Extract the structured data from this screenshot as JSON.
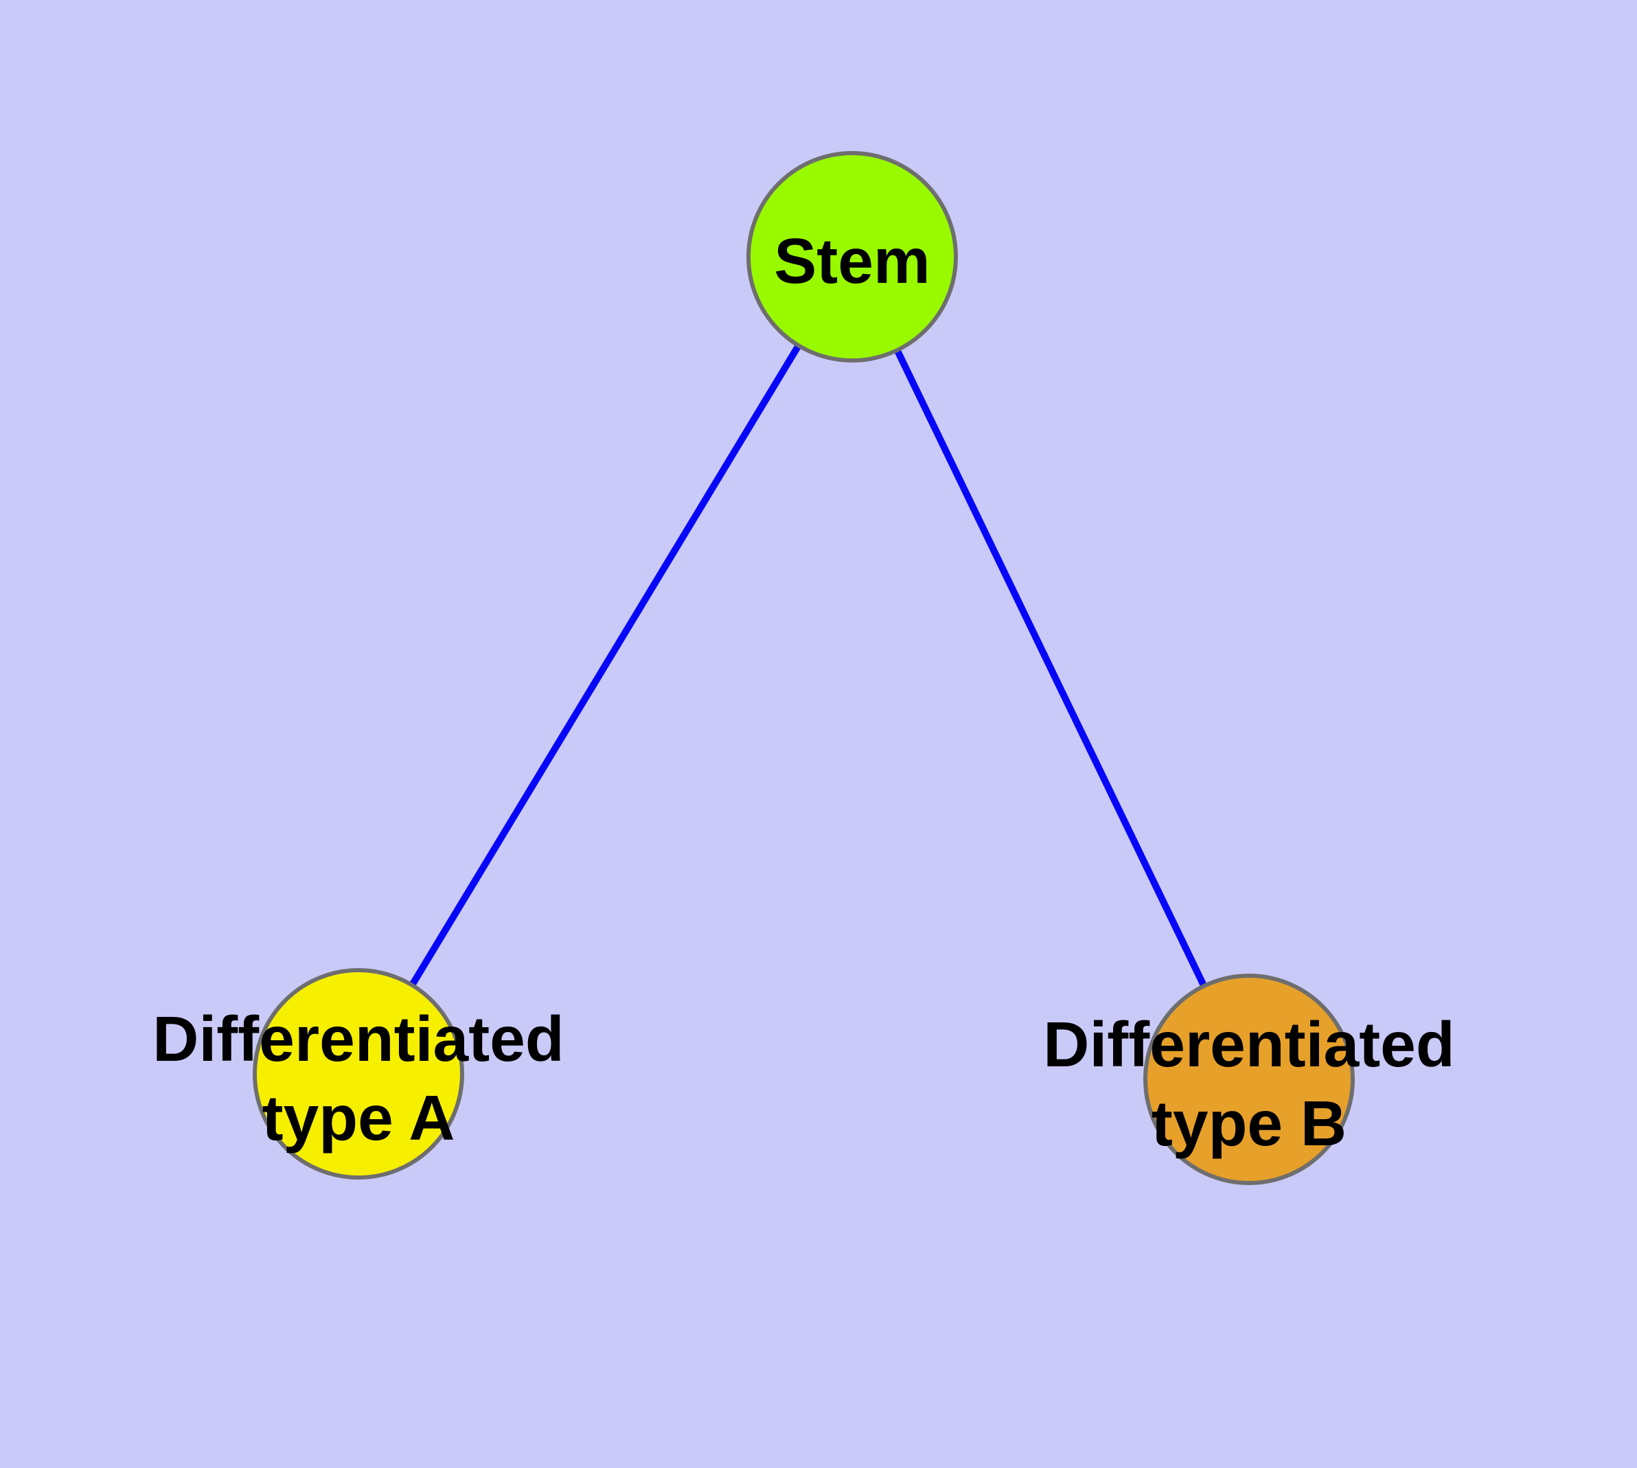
{
  "diagram": {
    "type": "graph",
    "background_color": "#CACAF9",
    "edge_color": "#0707F8",
    "node_border_color": "#6E6E6E",
    "label_color": "#000000",
    "nodes": [
      {
        "id": "stem",
        "label": "Stem",
        "fill": "#99FA00"
      },
      {
        "id": "differentiated-type-a",
        "label": "Differentiated type A",
        "label_lines": [
          "Differentiated",
          "type A"
        ],
        "fill": "#F7EF00"
      },
      {
        "id": "differentiated-type-b",
        "label": "Differentiated type B",
        "label_lines": [
          "Differentiated",
          "type B"
        ],
        "fill": "#E7A02A"
      }
    ],
    "edges": [
      {
        "from": "stem",
        "to": "differentiated-type-a"
      },
      {
        "from": "stem",
        "to": "differentiated-type-b"
      }
    ]
  }
}
